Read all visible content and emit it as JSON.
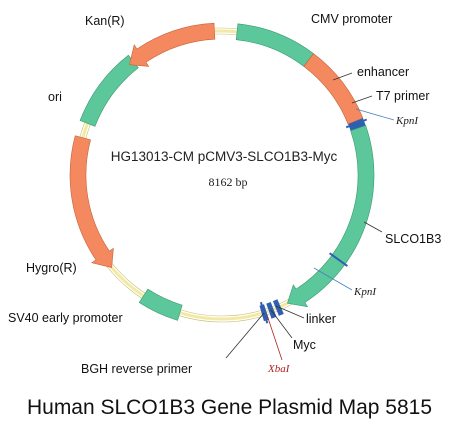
{
  "plasmid": {
    "name": "HG13013-CM pCMV3-SLCO1B3-Myc",
    "size": "8162 bp",
    "backbone_color": "#f2eaa4",
    "features": [
      {
        "id": "cmv-promoter",
        "label": "CMV promoter",
        "color": "#5cc79a",
        "start": 6,
        "end": 37,
        "arrow": false
      },
      {
        "id": "enhancer",
        "label": "enhancer",
        "color": "#f4885e",
        "start": 37,
        "end": 68,
        "arrow": false
      },
      {
        "id": "t7-primer",
        "label": "T7 primer",
        "color": "#2f5fb0",
        "start": 68,
        "end": 71,
        "arrow": false
      },
      {
        "id": "slco1b3",
        "label": "SLCO1B3",
        "color": "#5cc79a",
        "start": 71,
        "end": 153,
        "arrow": true,
        "dir": 1
      },
      {
        "id": "linker",
        "label": "linker",
        "color": "#2f5fb0",
        "start": 156,
        "end": 158,
        "arrow": false
      },
      {
        "id": "myc",
        "label": "Myc",
        "color": "#2f5fb0",
        "start": 159,
        "end": 161,
        "arrow": false
      },
      {
        "id": "bgh-reverse-primer",
        "label": "BGH reverse primer",
        "color": "#2f5fb0",
        "start": 162,
        "end": 164,
        "arrow": false
      },
      {
        "id": "sv40-early-promoter",
        "label": "SV40 early promoter",
        "color": "#5cc79a",
        "start": 197,
        "end": 213,
        "arrow": false
      },
      {
        "id": "hygro",
        "label": "Hygro(R)",
        "color": "#f4885e",
        "start": 230,
        "end": 285,
        "arrow": true,
        "dir": -1
      },
      {
        "id": "ori",
        "label": "ori",
        "color": "#5cc79a",
        "start": 291,
        "end": 322,
        "arrow": false
      },
      {
        "id": "kan",
        "label": "Kan(R)",
        "color": "#f4885e",
        "start": 320,
        "end": 357,
        "arrow": true,
        "dir": -1
      }
    ],
    "sites": [
      {
        "id": "kpni-1",
        "label": "KpnI",
        "color": "#1a1a1a",
        "angle": 69
      },
      {
        "id": "kpni-2",
        "label": "KpnI",
        "color": "#1a1a1a",
        "angle": 126
      },
      {
        "id": "xbai",
        "label": "XbaI",
        "color": "#b22222",
        "angle": 163
      }
    ]
  },
  "caption": "Human SLCO1B3 Gene Plasmid Map 5815"
}
